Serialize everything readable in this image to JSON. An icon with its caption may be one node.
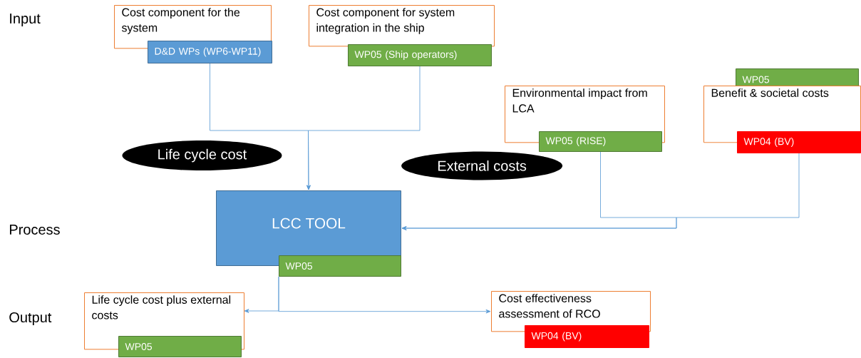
{
  "diagram": {
    "nodes": [
      {
        "text": [
          "Cost component for the system"
        ]
      },
      {
        "text": [
          "D&D WPs (WP6-WP11)"
        ]
      },
      {
        "text": [
          "Cost component for system integration in the ship"
        ]
      },
      {
        "text": [
          "WP05 (Ship operators)"
        ]
      },
      {
        "text": [
          "WP05"
        ]
      },
      {
        "text": [
          "Environmental impact from LCA"
        ]
      },
      {
        "text": [
          "WP05 (RISE)"
        ]
      },
      {
        "text": [
          "Benefit & societal costs"
        ]
      },
      {
        "text": [
          "WP04 (BV)"
        ]
      },
      {
        "text": [
          "Life cycle cost"
        ]
      },
      {
        "text": [
          "External costs"
        ]
      },
      {
        "text": [
          "LCC TOOL"
        ]
      },
      {
        "text": [
          "WP05"
        ]
      },
      {
        "text": [
          "Life cycle cost plus external costs"
        ]
      },
      {
        "text": [
          "WP05"
        ]
      },
      {
        "text": [
          "Cost effectiveness assessment of RCO"
        ]
      },
      {
        "text": [
          "WP04 (BV)"
        ]
      }
    ],
    "edges": [
      {
        "from": 1,
        "to": 11,
        "arrow": "to"
      },
      {
        "from": 3,
        "to": 11,
        "arrow": "to"
      },
      {
        "from": 6,
        "to": 11,
        "arrow": "to"
      },
      {
        "from": 8,
        "to": 11,
        "arrow": "to"
      },
      {
        "from": 12,
        "to": 13,
        "arrow": "to"
      },
      {
        "from": 12,
        "to": 15,
        "arrow": "to"
      }
    ],
    "labels": [
      "Input",
      "Process",
      "Output"
    ]
  }
}
